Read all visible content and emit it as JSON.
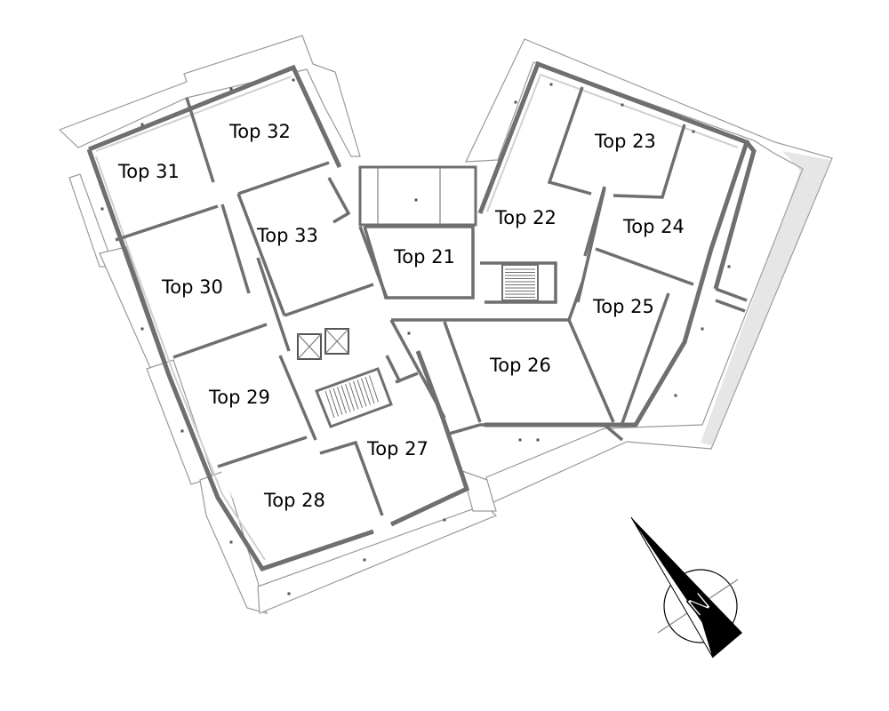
{
  "units": [
    {
      "id": "top-31",
      "label": "Top 31"
    },
    {
      "id": "top-32",
      "label": "Top 32"
    },
    {
      "id": "top-33",
      "label": "Top 33"
    },
    {
      "id": "top-30",
      "label": "Top 30"
    },
    {
      "id": "top-29",
      "label": "Top 29"
    },
    {
      "id": "top-28",
      "label": "Top 28"
    },
    {
      "id": "top-27",
      "label": "Top 27"
    },
    {
      "id": "top-21",
      "label": "Top 21"
    },
    {
      "id": "top-22",
      "label": "Top 22"
    },
    {
      "id": "top-23",
      "label": "Top 23"
    },
    {
      "id": "top-24",
      "label": "Top 24"
    },
    {
      "id": "top-25",
      "label": "Top 25"
    },
    {
      "id": "top-26",
      "label": "Top 26"
    }
  ],
  "north_arrow": {
    "letter": "N"
  },
  "colors": {
    "wall": "#6f6f6f",
    "balcony_outline": "#9a9a9a",
    "arrow": "#000000",
    "label": "#000000"
  }
}
